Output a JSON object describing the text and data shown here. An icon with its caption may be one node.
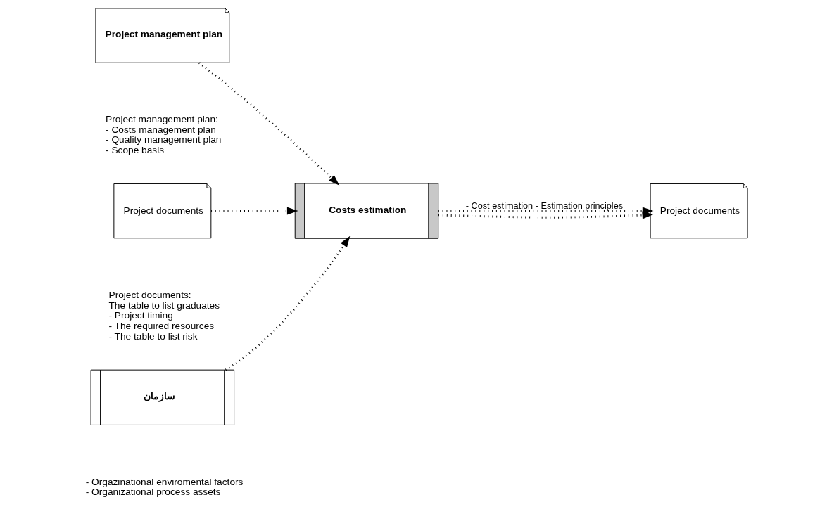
{
  "diagram": {
    "nodes": [
      {
        "text": [
          "Project management plan"
        ],
        "beside": [
          "Project management plan:",
          "- Costs management plan",
          "- Quality management plan",
          "- Scope basis"
        ]
      },
      {
        "text": [
          "Project documents"
        ],
        "beside": [
          "Project documents:",
          "The table to list graduates",
          "- Project timing",
          "- The required resources",
          "- The table to list risk"
        ]
      },
      {
        "text": [
          "سازمان"
        ],
        "beside": [
          "- Orgazinational enviromental factors",
          "- Organizational process assets"
        ]
      },
      {
        "text": [
          "Costs estimation"
        ]
      },
      {
        "text": [
          "Project documents"
        ]
      }
    ],
    "edges": [
      {
        "from": 0,
        "to": 3,
        "arrow": "to"
      },
      {
        "from": 1,
        "to": 3,
        "arrow": "to"
      },
      {
        "from": 2,
        "to": 3,
        "arrow": "to"
      },
      {
        "from": 3,
        "to": 4,
        "arrow": "to",
        "label": "- Cost estimation - Estimation principles"
      },
      {
        "from": 3,
        "to": 4,
        "arrow": "to"
      }
    ]
  }
}
